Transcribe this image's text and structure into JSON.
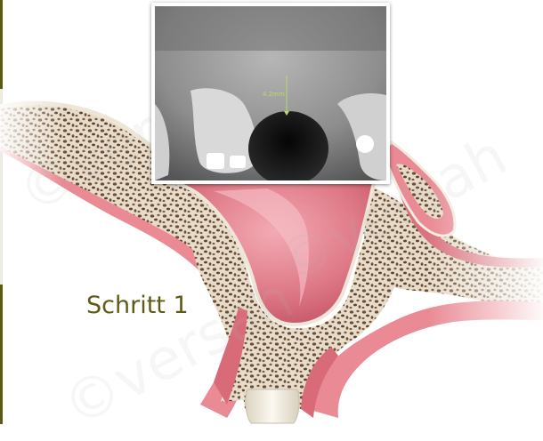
{
  "illustration": {
    "step_label": "Schritt 1",
    "watermark_text": "©versah",
    "xray": {
      "measurement_label": "4.2mm"
    },
    "colors": {
      "gum": "#e98a94",
      "gum_dark": "#c94a5a",
      "bone": "#e8dccc",
      "bone_pore": "#6b4e34",
      "sinus": "#de7f8b",
      "tooth": "#f1ece0",
      "label": "#5d5b16",
      "measure": "#b9d86a"
    }
  }
}
